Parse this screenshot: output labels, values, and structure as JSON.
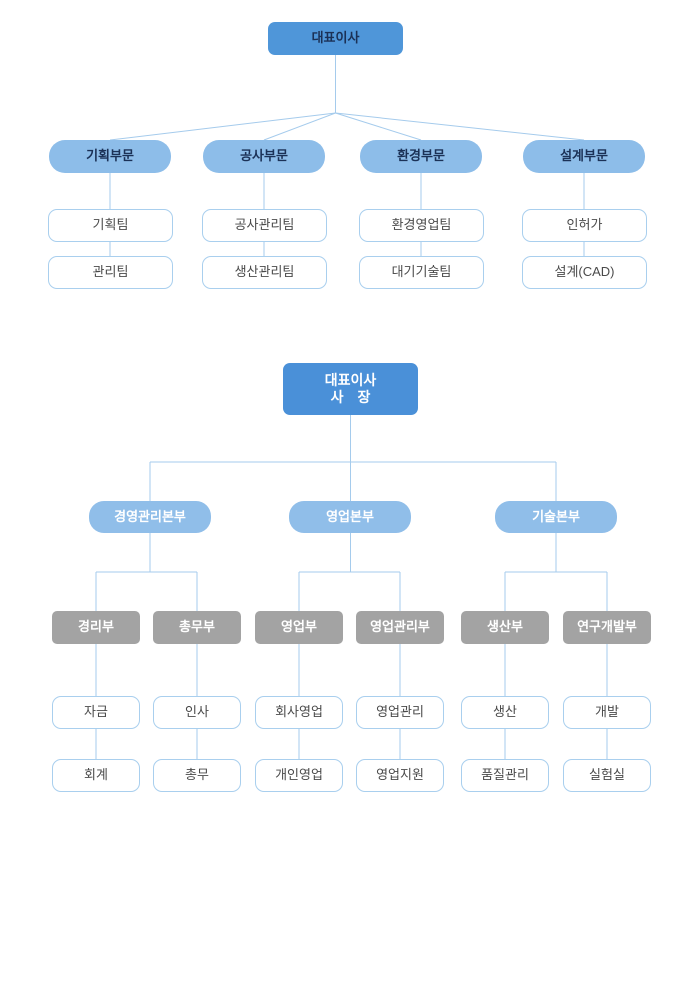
{
  "colors": {
    "chart1-root-bg": "#4f96d9",
    "chart1-root-text": "#1b3156",
    "chart1-branch-bg": "#8dbde9",
    "chart1-branch-text": "#1b3156",
    "leaf-border": "#a9cfee",
    "leaf-text": "#4a4a4a",
    "chart2-root-bg": "#4a90d8",
    "chart2-root-text": "#ffffff",
    "chart2-division-bg": "#90bee9",
    "chart2-division-text": "#ffffff",
    "gray-dept-bg": "#a3a3a3",
    "gray-dept-text": "#ffffff",
    "line": "#a5cbec"
  },
  "chart1": {
    "root": "대표이사",
    "branches": [
      {
        "label": "기획부문",
        "children": [
          "기획팀",
          "관리팀"
        ]
      },
      {
        "label": "공사부문",
        "children": [
          "공사관리팀",
          "생산관리팀"
        ]
      },
      {
        "label": "환경부문",
        "children": [
          "환경영업팀",
          "대기기술팀"
        ]
      },
      {
        "label": "설계부문",
        "children": [
          "인허가",
          "설계(CAD)"
        ]
      }
    ]
  },
  "chart2": {
    "root_line1": "대표이사",
    "root_line2": "사장",
    "divisions": [
      {
        "label": "경영관리본부",
        "departments": [
          {
            "label": "경리부",
            "children": [
              "자금",
              "회계"
            ]
          },
          {
            "label": "총무부",
            "children": [
              "인사",
              "총무"
            ]
          }
        ]
      },
      {
        "label": "영업본부",
        "departments": [
          {
            "label": "영업부",
            "children": [
              "회사영업",
              "개인영업"
            ]
          },
          {
            "label": "영업관리부",
            "children": [
              "영업관리",
              "영업지원"
            ]
          }
        ]
      },
      {
        "label": "기술본부",
        "departments": [
          {
            "label": "생산부",
            "children": [
              "생산",
              "품질관리"
            ]
          },
          {
            "label": "연구개발부",
            "children": [
              "개발",
              "실험실"
            ]
          }
        ]
      }
    ]
  }
}
